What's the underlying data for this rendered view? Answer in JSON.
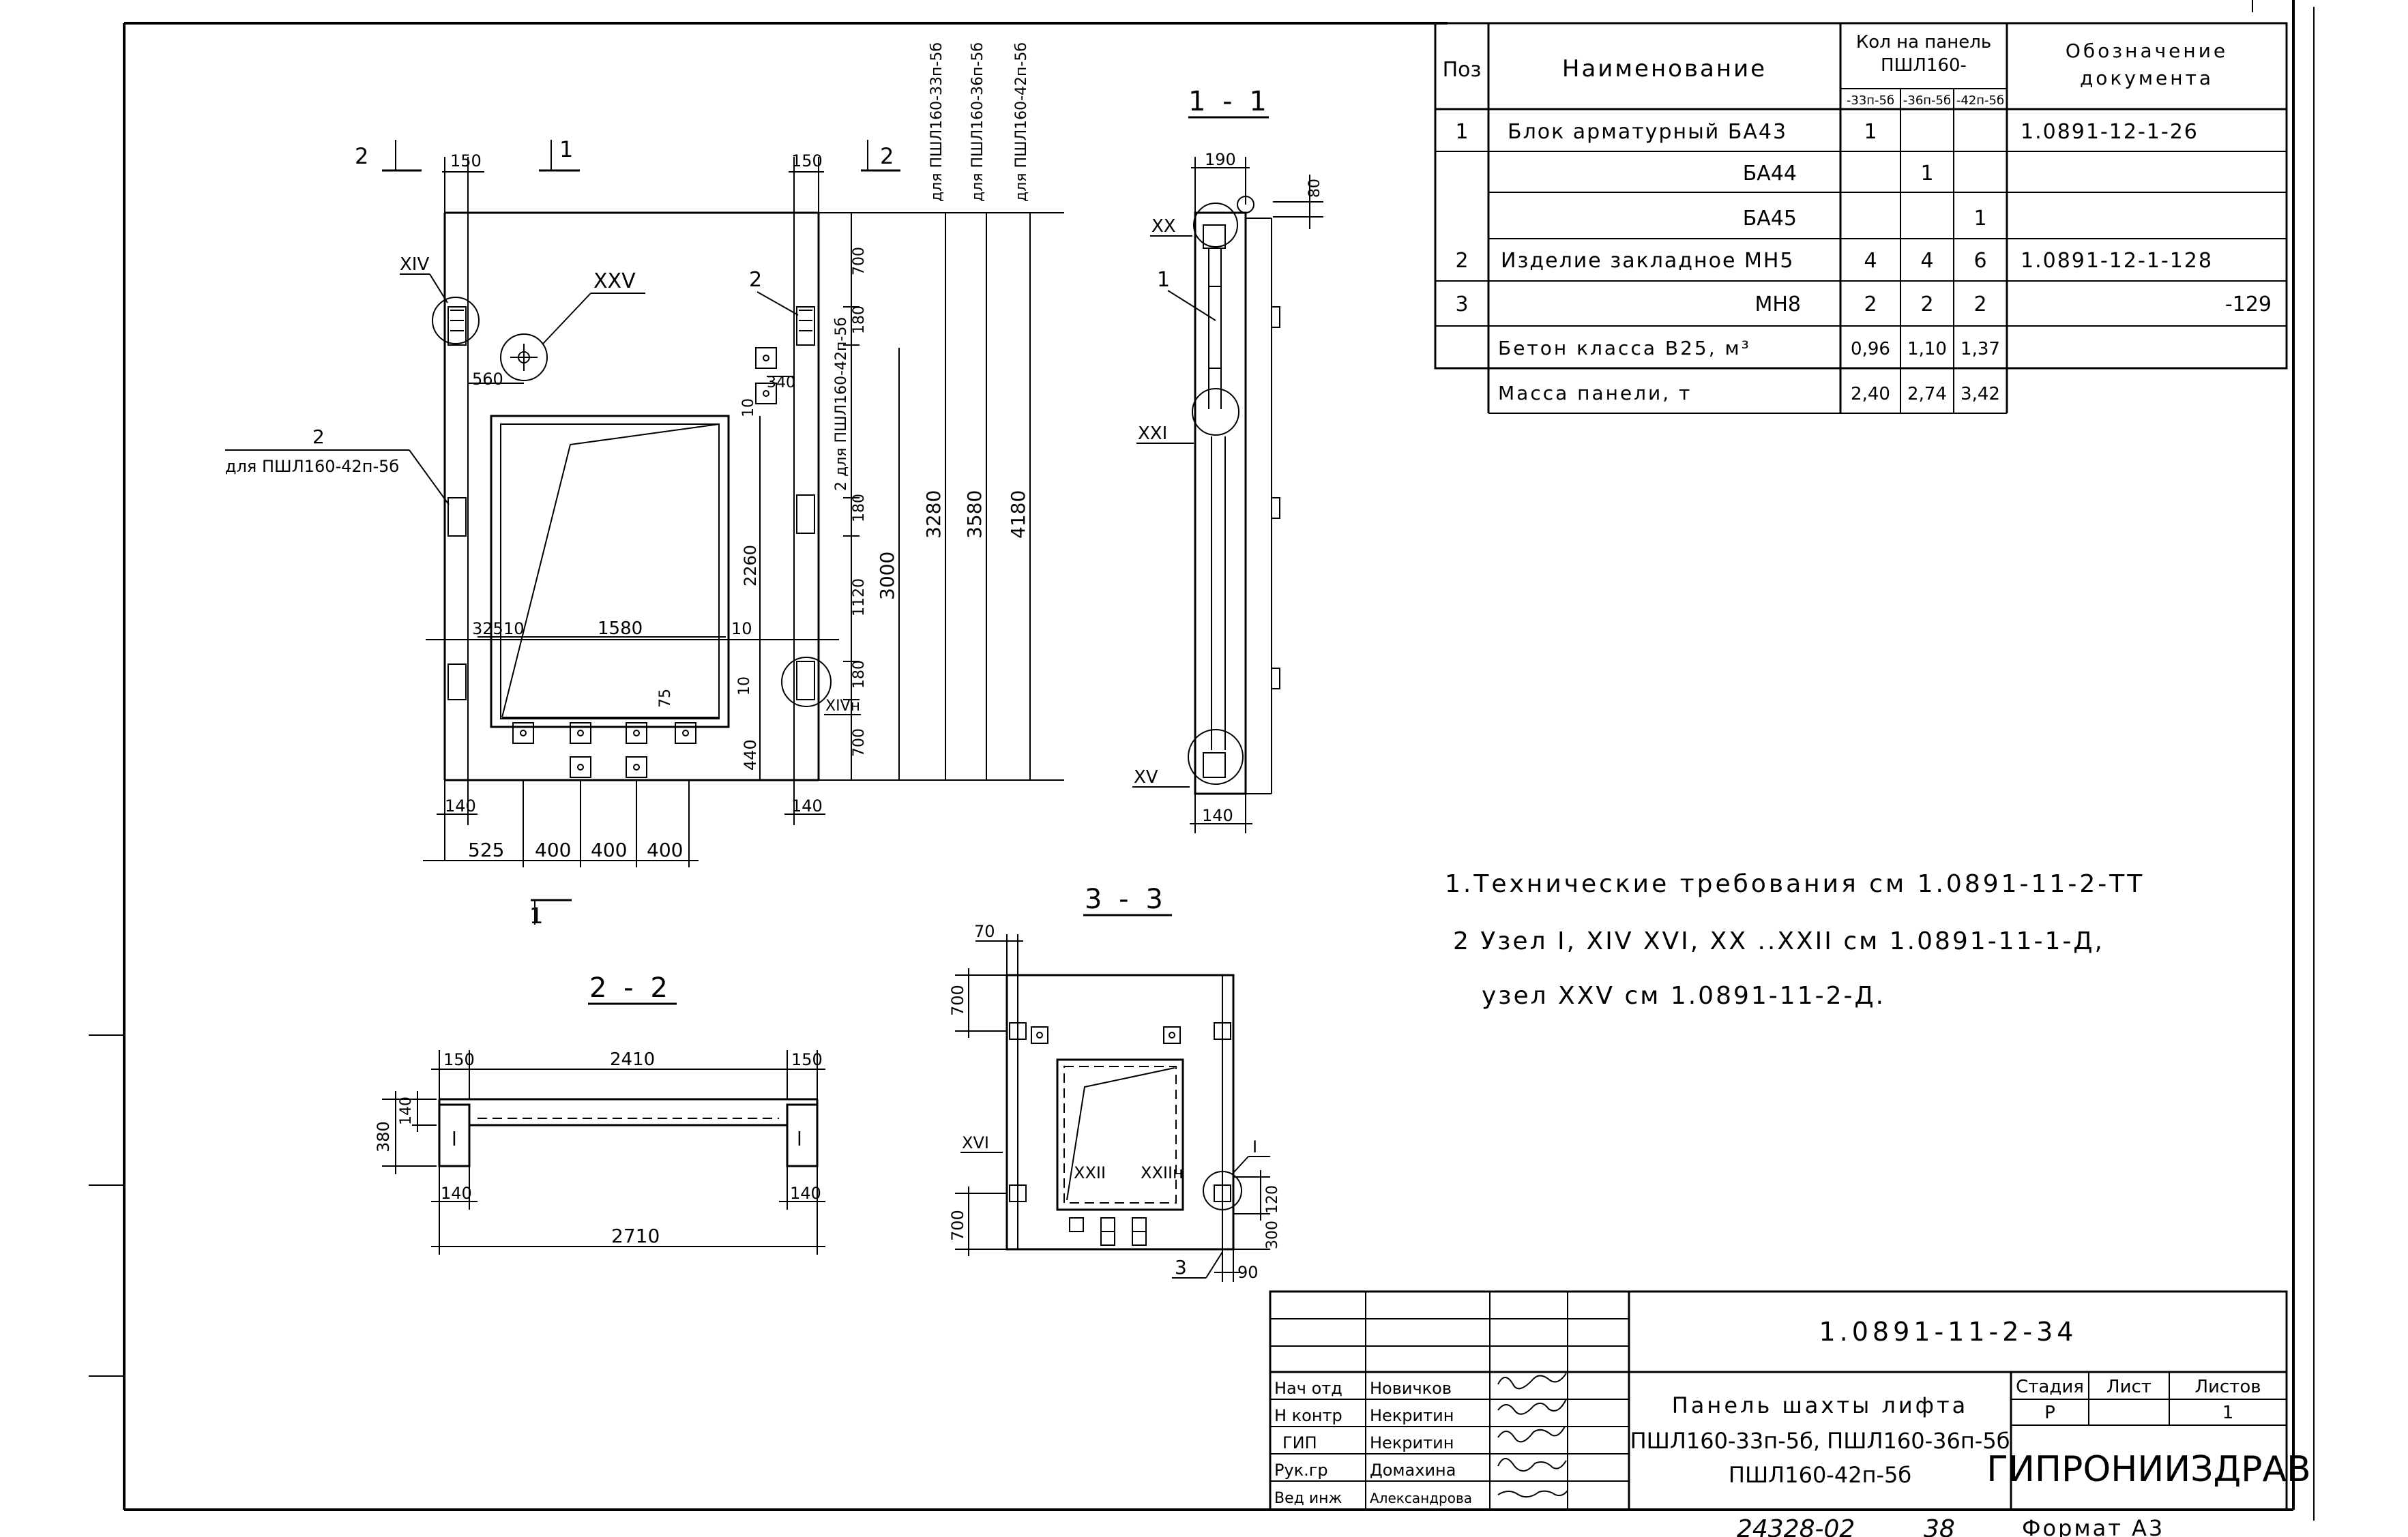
{
  "spec_table": {
    "headers": {
      "pos": "Поз",
      "name": "Наименование",
      "qty": "Кол на панель",
      "qty_sub": "ПШЛ160-",
      "doc": "Обозначение",
      "doc2": "документа",
      "variants": [
        "-33п-5б",
        "-36п-5б",
        "-42п-5б"
      ]
    },
    "rows": [
      {
        "pos": "1",
        "name": "Блок арматурный БА43",
        "q": [
          "1",
          "",
          ""
        ],
        "doc": "1.0891-12-1-26"
      },
      {
        "pos": "",
        "name": "БА44",
        "q": [
          "",
          "1",
          ""
        ],
        "doc": ""
      },
      {
        "pos": "",
        "name": "БА45",
        "q": [
          "",
          "",
          "1"
        ],
        "doc": ""
      },
      {
        "pos": "2",
        "name": "Изделие закладное МН5",
        "q": [
          "4",
          "4",
          "6"
        ],
        "doc": "1.0891-12-1-128"
      },
      {
        "pos": "3",
        "name": "МН8",
        "q": [
          "2",
          "2",
          "2"
        ],
        "doc": "-129"
      },
      {
        "pos": "",
        "name": "Бетон класса В25, м³",
        "q": [
          "0,96",
          "1,10",
          "1,37"
        ],
        "doc": ""
      },
      {
        "pos": "",
        "name": "Масса панели, т",
        "q": [
          "2,40",
          "2,74",
          "3,42"
        ],
        "doc": ""
      }
    ]
  },
  "notes": {
    "n1": "1.Технические требования см 1.0891-11-2-ТТ",
    "n2_a": "2 Узел I, XIV  XVI, XX ..XXII см 1.0891-11-1-Д,",
    "n2_b": "узел XXV см 1.0891-11-2-Д."
  },
  "drawing": {
    "sections": {
      "s11": "1 - 1",
      "s22": "2 - 2",
      "s33": "3 - 3"
    },
    "cut_marks": {
      "c2": "2",
      "c1": "1"
    },
    "node_labels": {
      "xiv": "XIV",
      "xxv": "XXV",
      "xivn": "XIVн",
      "xx": "XX",
      "xxi": "XXI",
      "xv": "XV",
      "xvi": "XVI",
      "xxii": "XXII",
      "xxiin": "XXIIн",
      "i": "I"
    },
    "callouts": {
      "p1": "1",
      "p2": "2",
      "p3": "3",
      "p2_note": "2",
      "p2_note_b": "для ПШЛ160-42п-5б",
      "p2_vert": "2 для ПШЛ160-42п-5б"
    },
    "dims_elev": {
      "d150a": "150",
      "d150b": "150",
      "d560": "560",
      "d340": "340",
      "d325": "325",
      "d10a": "10",
      "d1580": "1580",
      "d10b": "10",
      "d10c": "10",
      "d75": "75",
      "d10d": "10",
      "d140a": "140",
      "d140b": "140",
      "d525": "525",
      "d400a": "400",
      "d400b": "400",
      "d400c": "400",
      "v700a": "700",
      "v180a": "180",
      "v180b": "180",
      "v1120": "1120",
      "v180c": "180",
      "v700b": "700",
      "v2260": "2260",
      "v440": "440",
      "v3000": "3000",
      "v3280": "3280",
      "v3580": "3580",
      "v4180": "4180",
      "lbl33": "для ПШЛ160-33п-5б",
      "lbl36": "для ПШЛ160-36п-5б",
      "lbl42": "для ПШЛ160-42п-5б"
    },
    "dims_11": {
      "d190": "190",
      "d80": "80",
      "d140": "140"
    },
    "dims_22": {
      "d150a": "150",
      "d2410": "2410",
      "d150b": "150",
      "d380": "380",
      "d140a": "140",
      "d140b": "140",
      "d140c": "140",
      "d2710": "2710"
    },
    "dims_33": {
      "d70": "70",
      "v700a": "700",
      "v700b": "700",
      "d120": "120",
      "d300": "300",
      "d90": "90"
    }
  },
  "title_block": {
    "doc_code": "1.0891-11-2-34",
    "title_l1": "Панель шахты лифта",
    "title_l2": "ПШЛ160-33п-5б, ПШЛ160-36п-5б",
    "title_l3": "ПШЛ160-42п-5б",
    "stage_hdr": "Стадия",
    "sheet_hdr": "Лист",
    "sheets_hdr": "Листов",
    "stage": "Р",
    "sheet": "",
    "sheets": "1",
    "org": "ГИПРОНИИЗДРАВ",
    "roles": [
      {
        "role": "Нач отд",
        "name": "Новичков"
      },
      {
        "role": "Н контр",
        "name": "Некритин"
      },
      {
        "role": "ГИП",
        "name": "Некритин"
      },
      {
        "role": "Рук.гр",
        "name": "Домахина"
      },
      {
        "role": "Вед инж",
        "name": "Александрова"
      }
    ]
  },
  "footer": {
    "archive_no": "24328-02",
    "page_no": "38",
    "format": "Формат А3"
  }
}
